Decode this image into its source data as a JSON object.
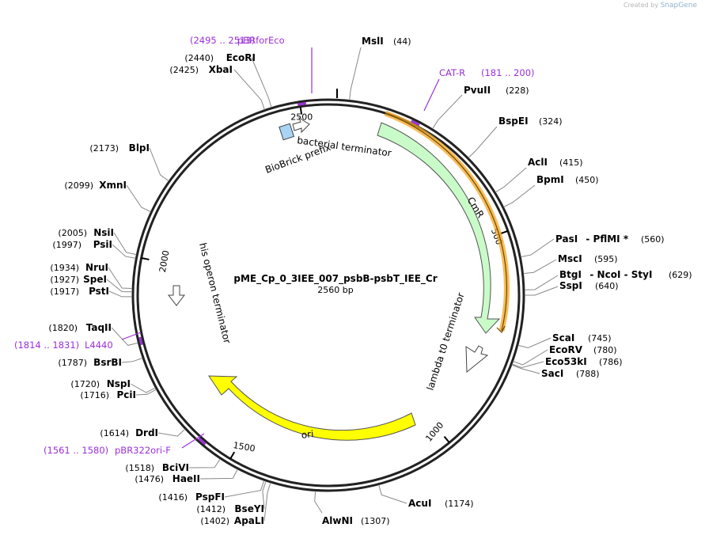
{
  "credit": {
    "prefix": "Created by",
    "brand": "SnapGene"
  },
  "plasmid": {
    "name": "pME_Cp_0_3IEE_007_psbB-psbT_IEE_Cr",
    "length": 2560,
    "length_label": "2560 bp"
  },
  "ticks": [
    {
      "bp": 500,
      "label": "500"
    },
    {
      "bp": 1000,
      "label": "1000"
    },
    {
      "bp": 1500,
      "label": "1500"
    },
    {
      "bp": 2000,
      "label": "2000"
    },
    {
      "bp": 2500,
      "label": "2500"
    }
  ],
  "enzymes": [
    {
      "name": "MslI",
      "pos": "(44)",
      "bp": 44
    },
    {
      "name": "PvuII",
      "pos": "(228)",
      "bp": 228
    },
    {
      "name": "BspEI",
      "pos": "(324)",
      "bp": 324
    },
    {
      "name": "AclI",
      "pos": "(415)",
      "bp": 415
    },
    {
      "name": "BpmI",
      "pos": "(450)",
      "bp": 450
    },
    {
      "name": "PasI",
      "extra": "- PflMI *",
      "pos": "(560)",
      "bp": 560
    },
    {
      "name": "MscI",
      "pos": "(595)",
      "bp": 595
    },
    {
      "name": "BtgI",
      "extra": "- NcoI - StyI",
      "pos": "(629)",
      "bp": 629
    },
    {
      "name": "SspI",
      "pos": "(640)",
      "bp": 640
    },
    {
      "name": "ScaI",
      "pos": "(745)",
      "bp": 745
    },
    {
      "name": "EcoRV",
      "pos": "(780)",
      "bp": 780
    },
    {
      "name": "Eco53kI",
      "pos": "(786)",
      "bp": 786
    },
    {
      "name": "SacI",
      "pos": "(788)",
      "bp": 788
    },
    {
      "name": "AcuI",
      "pos": "(1174)",
      "bp": 1174
    },
    {
      "name": "AlwNI",
      "pos": "(1307)",
      "bp": 1307
    },
    {
      "name": "ApaLI",
      "pos": "(1402)",
      "bp": 1402
    },
    {
      "name": "BseYI",
      "pos": "(1412)",
      "bp": 1412
    },
    {
      "name": "PspFI",
      "pos": "(1416)",
      "bp": 1416
    },
    {
      "name": "HaeII",
      "pos": "(1476)",
      "bp": 1476
    },
    {
      "name": "BciVI",
      "pos": "(1518)",
      "bp": 1518
    },
    {
      "name": "DrdI",
      "pos": "(1614)",
      "bp": 1614
    },
    {
      "name": "PciI",
      "pos": "(1716)",
      "bp": 1716
    },
    {
      "name": "NspI",
      "pos": "(1720)",
      "bp": 1720
    },
    {
      "name": "BsrBI",
      "pos": "(1787)",
      "bp": 1787
    },
    {
      "name": "TaqII",
      "pos": "(1820)",
      "bp": 1820
    },
    {
      "name": "PstI",
      "pos": "(1917)",
      "bp": 1917
    },
    {
      "name": "SpeI",
      "pos": "(1927)",
      "bp": 1927
    },
    {
      "name": "NruI",
      "pos": "(1934)",
      "bp": 1934
    },
    {
      "name": "PsiI",
      "pos": "(1997)",
      "bp": 1997
    },
    {
      "name": "NsiI",
      "pos": "(2005)",
      "bp": 2005
    },
    {
      "name": "XmnI",
      "pos": "(2099)",
      "bp": 2099
    },
    {
      "name": "BlpI",
      "pos": "(2173)",
      "bp": 2173
    },
    {
      "name": "XbaI",
      "pos": "(2425)",
      "bp": 2425
    },
    {
      "name": "EcoRI",
      "pos": "(2440)",
      "bp": 2440
    }
  ],
  "primers": [
    {
      "name": "pBRforEco",
      "range": "(2495 .. 2513)",
      "start": 2495,
      "end": 2513
    },
    {
      "name": "CAT-R",
      "range": "(181 .. 200)",
      "start": 181,
      "end": 200
    },
    {
      "name": "L4440",
      "range": "(1814 .. 1831)",
      "start": 1814,
      "end": 1831
    },
    {
      "name": "pBR322ori-F",
      "range": "(1561 .. 1580)",
      "start": 1561,
      "end": 1580
    }
  ],
  "features": [
    {
      "name": "CmR",
      "start": 140,
      "end": 799,
      "color": "#c9fbc9",
      "direction": "cw"
    },
    {
      "name": "ori",
      "start": 1020,
      "end": 1609,
      "color": "#ffff00",
      "direction": "ccw"
    },
    {
      "name": "bacterial terminator"
    },
    {
      "name": "BioBrick prefix"
    },
    {
      "name": "lambda t0 terminator"
    },
    {
      "name": "his operon terminator"
    }
  ],
  "colors": {
    "primer": "#9b30d9",
    "orf_highlight": "#f5a623",
    "biobrick": "#a8d4f5"
  }
}
